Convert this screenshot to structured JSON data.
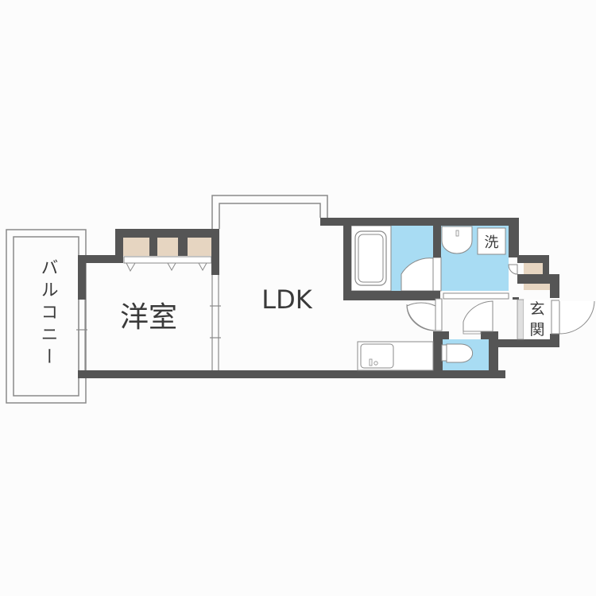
{
  "floorplan": {
    "rooms": {
      "balcony": {
        "label": "バルコニー"
      },
      "western_room": {
        "label": "洋室"
      },
      "ldk": {
        "label": "LDK"
      },
      "laundry": {
        "label": "洗"
      },
      "entrance": {
        "label_line1": "玄",
        "label_line2": "関"
      }
    },
    "colors": {
      "wall": "#555555",
      "wet_area": "#a8dcf3",
      "storage": "#e6d5c1",
      "background": "#fcfcfc",
      "outline": "#8a8a8a"
    }
  }
}
